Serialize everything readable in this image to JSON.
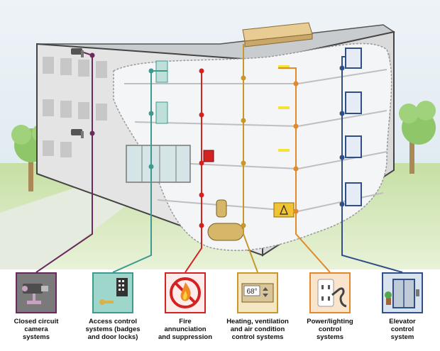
{
  "systems": [
    {
      "id": "cctv",
      "label_lines": [
        "Closed circuit",
        "camera",
        "systems"
      ],
      "color": "#6a2a5e",
      "icon": "cctv-camera-icon"
    },
    {
      "id": "access",
      "label_lines": [
        "Access control",
        "systems (badges",
        "and door locks)"
      ],
      "color": "#3e9a8e",
      "icon": "keypad-door-icon"
    },
    {
      "id": "fire",
      "label_lines": [
        "Fire",
        "annunciation",
        "and suppression"
      ],
      "color": "#d32222",
      "icon": "fire-icon"
    },
    {
      "id": "hvac",
      "label_lines": [
        "Heating, ventilation",
        "and air condition",
        "control systems"
      ],
      "color": "#c9982a",
      "icon": "thermostat-icon",
      "thermostat_reading": "68°"
    },
    {
      "id": "power",
      "label_lines": [
        "Power/lighting",
        "control",
        "systems"
      ],
      "color": "#e08a2c",
      "icon": "power-plug-icon"
    },
    {
      "id": "elevator",
      "label_lines": [
        "Elevator",
        "control",
        "system"
      ],
      "color": "#2f4f86",
      "icon": "elevator-icon"
    }
  ]
}
